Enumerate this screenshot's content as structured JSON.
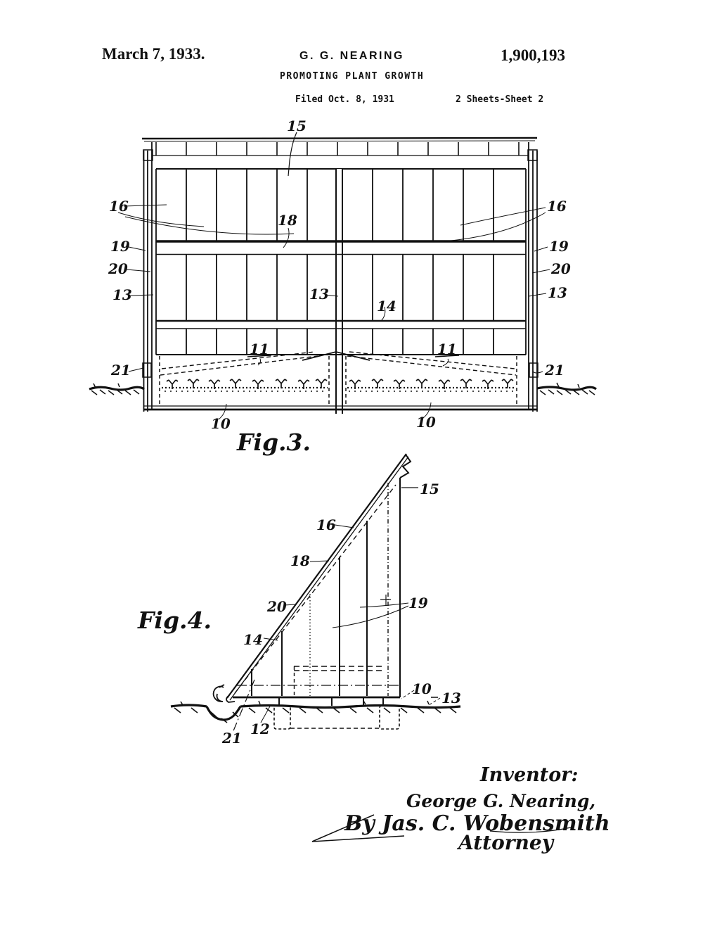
{
  "header": {
    "date": "March 7, 1933.",
    "applicant": "G. G. NEARING",
    "patent_number": "1,900,193",
    "title": "PROMOTING PLANT GROWTH",
    "filed_line": "Filed Oct. 8, 1931",
    "sheet_line": "2 Sheets-Sheet 2"
  },
  "fig3": {
    "caption": "Fig.3.",
    "ref": {
      "10": "10",
      "11": "11",
      "13": "13",
      "14": "14",
      "15": "15",
      "16": "16",
      "18": "18",
      "19": "19",
      "20": "20",
      "21": "21"
    }
  },
  "fig4": {
    "caption": "Fig.4.",
    "ref": {
      "10": "10",
      "12": "12",
      "13": "13",
      "14": "14",
      "15": "15",
      "16": "16",
      "18": "18",
      "19": "19",
      "20": "20",
      "21": "21"
    }
  },
  "signature": {
    "inventor_label": "Inventor:",
    "inventor_name": "George G. Nearing,",
    "attorney_signature": "By Jas. C. Wobensmith",
    "attorney_label": "Attorney"
  }
}
